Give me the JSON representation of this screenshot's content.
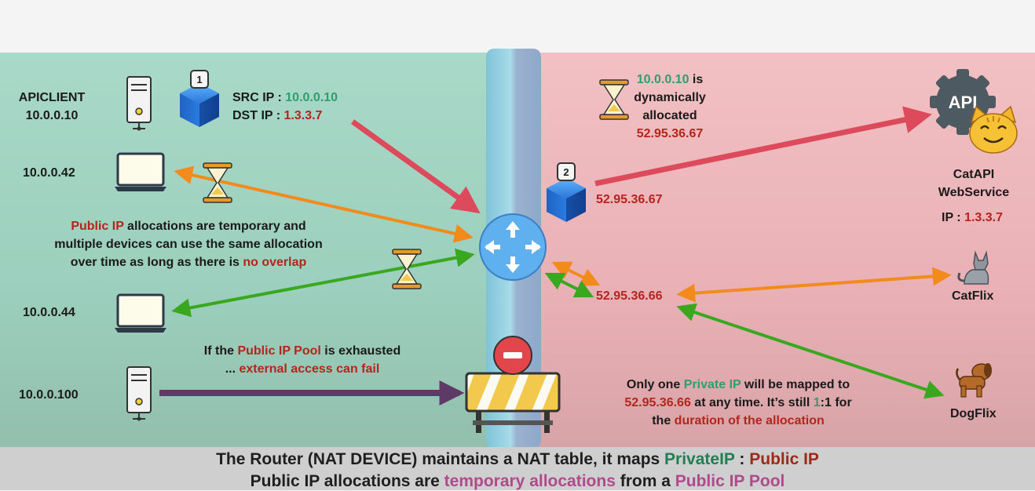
{
  "left": {
    "apiclient": {
      "name": "APICLIENT",
      "ip": "10.0.0.10"
    },
    "laptop1": {
      "ip": "10.0.0.42"
    },
    "laptop2": {
      "ip": "10.0.0.44"
    },
    "server2": {
      "ip": "10.0.0.100"
    },
    "packet1": {
      "badge": "1",
      "src_label": "SRC IP : ",
      "src_value": "10.0.0.10",
      "dst_label": "DST IP : ",
      "dst_value": "1.3.3.7"
    },
    "note": {
      "l1a": "Public IP",
      "l1b": " allocations are temporary and",
      "l2": "multiple devices can use the same allocation",
      "l3a": "over time as long as there is ",
      "l3b": "no overlap"
    },
    "pool_note": {
      "l1a": "If the ",
      "l1b": "Public IP Pool",
      "l1c": " is exhausted",
      "l2a": "... ",
      "l2b": "external access can fail"
    }
  },
  "right": {
    "dyn": {
      "l1a": "10.0.0.10",
      "l1b": " is",
      "l2": "dynamically",
      "l3": "allocated",
      "l4": "52.95.36.67"
    },
    "packet2": {
      "badge": "2",
      "ip": "52.95.36.67"
    },
    "shared_ip": "52.95.36.66",
    "catapi": {
      "icon_text": "API",
      "l1": "CatAPI",
      "l2": "WebService",
      "ip_label": "IP : ",
      "ip_value": "1.3.3.7"
    },
    "catflix": {
      "name": "CatFlix"
    },
    "dogflix": {
      "name": "DogFlix"
    },
    "mapping_note": {
      "l1a": "Only one ",
      "l1b": "Private IP",
      "l1c": " will be mapped to",
      "l2a": "52.95.36.66",
      "l2b": " at any time. It’s still ",
      "l2c": "1",
      "l2d": ":1 for",
      "l3a": "the ",
      "l3b": "duration of the allocation"
    }
  },
  "caption": {
    "l1a": "The Router (NAT DEVICE) maintains a NAT table, it maps ",
    "l1b": "PrivateIP",
    "l1c": " : ",
    "l1d": "Public IP",
    "l2a": "Public IP allocations are ",
    "l2b": "temporary allocations",
    "l2c": " from a ",
    "l2d": "Public IP Pool"
  },
  "colors": {
    "arrow_red": "#dd4a5c",
    "arrow_orange": "#f28a1c",
    "arrow_green": "#3aa81e",
    "arrow_purple": "#5e3a66",
    "router": "#5fb0ee"
  }
}
